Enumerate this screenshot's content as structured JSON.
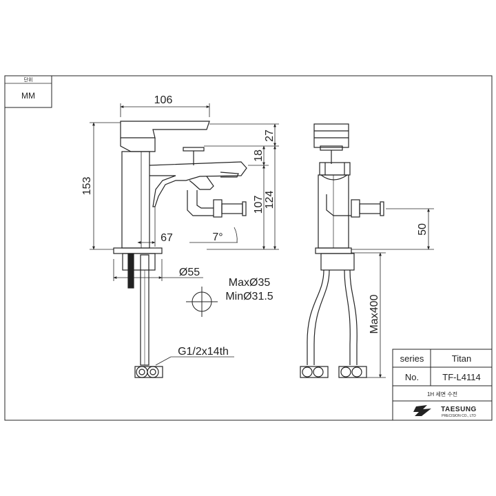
{
  "unit_box": {
    "header": "단위",
    "value": "MM"
  },
  "side_view": {
    "dim_width_top": "106",
    "dim_total_height": "153",
    "dim_top_27": "27",
    "dim_18": "18",
    "dim_124": "124",
    "dim_107": "107",
    "dim_spout_reach": "67",
    "angle": "7°",
    "dim_base_dia": "Ø55"
  },
  "hole_spec": {
    "max": "MaxØ35",
    "min": "MinØ31.5"
  },
  "thread_spec": "G1/2x14th",
  "front_view": {
    "dim_50": "50",
    "dim_hose": "Max400"
  },
  "title_block": {
    "series_label": "series",
    "series_value": "Titan",
    "no_label": "No.",
    "no_value": "TF-L4114",
    "description": "1H  세면 수전",
    "logo_name": "TAESUNG",
    "logo_sub": "PRECISION CO., LTD"
  },
  "colors": {
    "line": "#222222",
    "background": "#ffffff"
  }
}
